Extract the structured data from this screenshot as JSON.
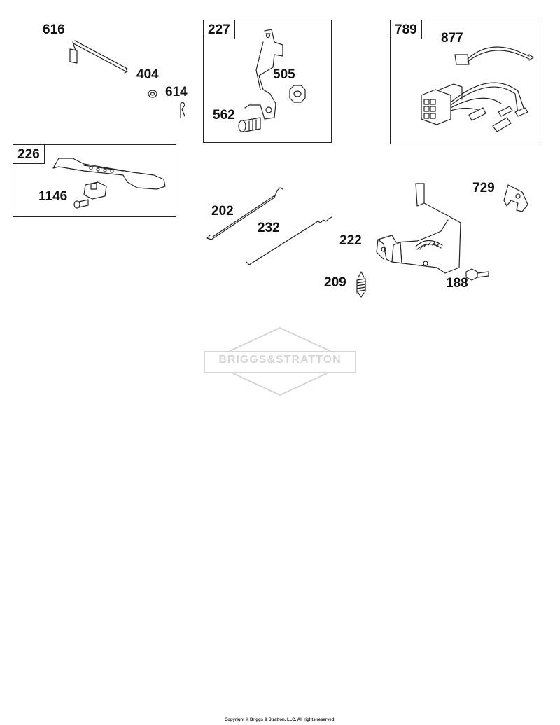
{
  "parts": {
    "p616": "616",
    "p404": "404",
    "p614": "614",
    "p505": "505",
    "p562": "562",
    "p877": "877",
    "p1146": "1146",
    "p202": "202",
    "p232": "232",
    "p222": "222",
    "p729": "729",
    "p209": "209",
    "p188": "188"
  },
  "kits": {
    "k227": "227",
    "k789": "789",
    "k226": "226"
  },
  "watermark": "BRIGGS&STRATTON",
  "copyright": "Copyright © Briggs & Stratton, LLC. All rights reserved.",
  "colors": {
    "line": "#222222",
    "watermark": "#d6d6d6"
  }
}
